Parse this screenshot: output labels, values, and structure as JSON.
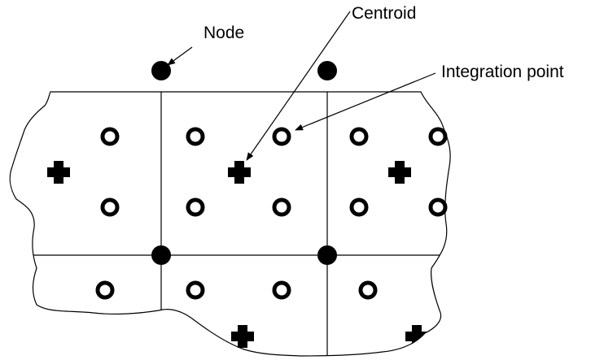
{
  "labels": {
    "node": "Node",
    "centroid": "Centroid",
    "integration_point": "Integration point"
  },
  "colors": {
    "stroke": "#000000",
    "background": "#ffffff"
  },
  "legend_items": [
    {
      "symbol": "filled-circle",
      "meaning_label": "labels.node"
    },
    {
      "symbol": "cross",
      "meaning_label": "labels.centroid"
    },
    {
      "symbol": "ring",
      "meaning_label": "labels.integration_point"
    }
  ]
}
